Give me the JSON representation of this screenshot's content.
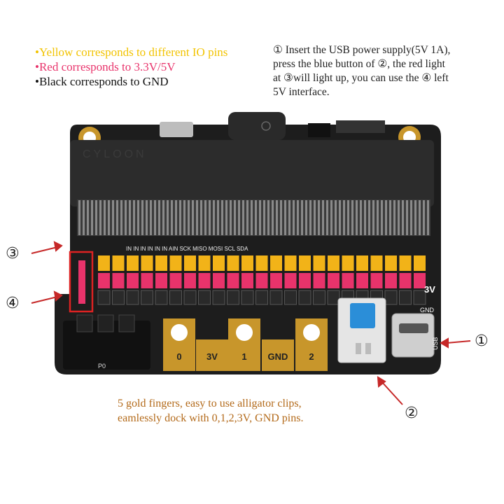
{
  "legend": {
    "yellow": "•Yellow corresponds to different IO pins",
    "red": "•Red corresponds to 3.3V/5V",
    "black": "•Black corresponds to GND"
  },
  "instructions": {
    "line1": "① Insert the USB power supply(5V 1A),",
    "line2": "press the blue button of ②, the red light",
    "line3": "at ③will light up, you can use the ④ left",
    "line4": "5V interface."
  },
  "caption": {
    "line1": "5 gold fingers, easy to use alligator clips,",
    "line2": "eamlessly dock with 0,1,2,3V, GND pins."
  },
  "markers": {
    "m1": "①",
    "m2": "②",
    "m3": "③",
    "m4": "④"
  },
  "board": {
    "brand": "CYLOON",
    "gold_pads": [
      "0",
      "3V",
      "1",
      "GND",
      "2"
    ],
    "silk_left": "P0",
    "silk_usb": "USB",
    "silk_3v": "3V",
    "silk_gnd": "GND",
    "silk_top": "IN  IN  IN  IN  IN  IN        AIN        SCK MISO MOSI        SCL SDA"
  },
  "colors": {
    "yellow": "#f2b318",
    "red": "#e8336b",
    "gold_text": "#b36a1a",
    "board": "#1d1d1d"
  }
}
